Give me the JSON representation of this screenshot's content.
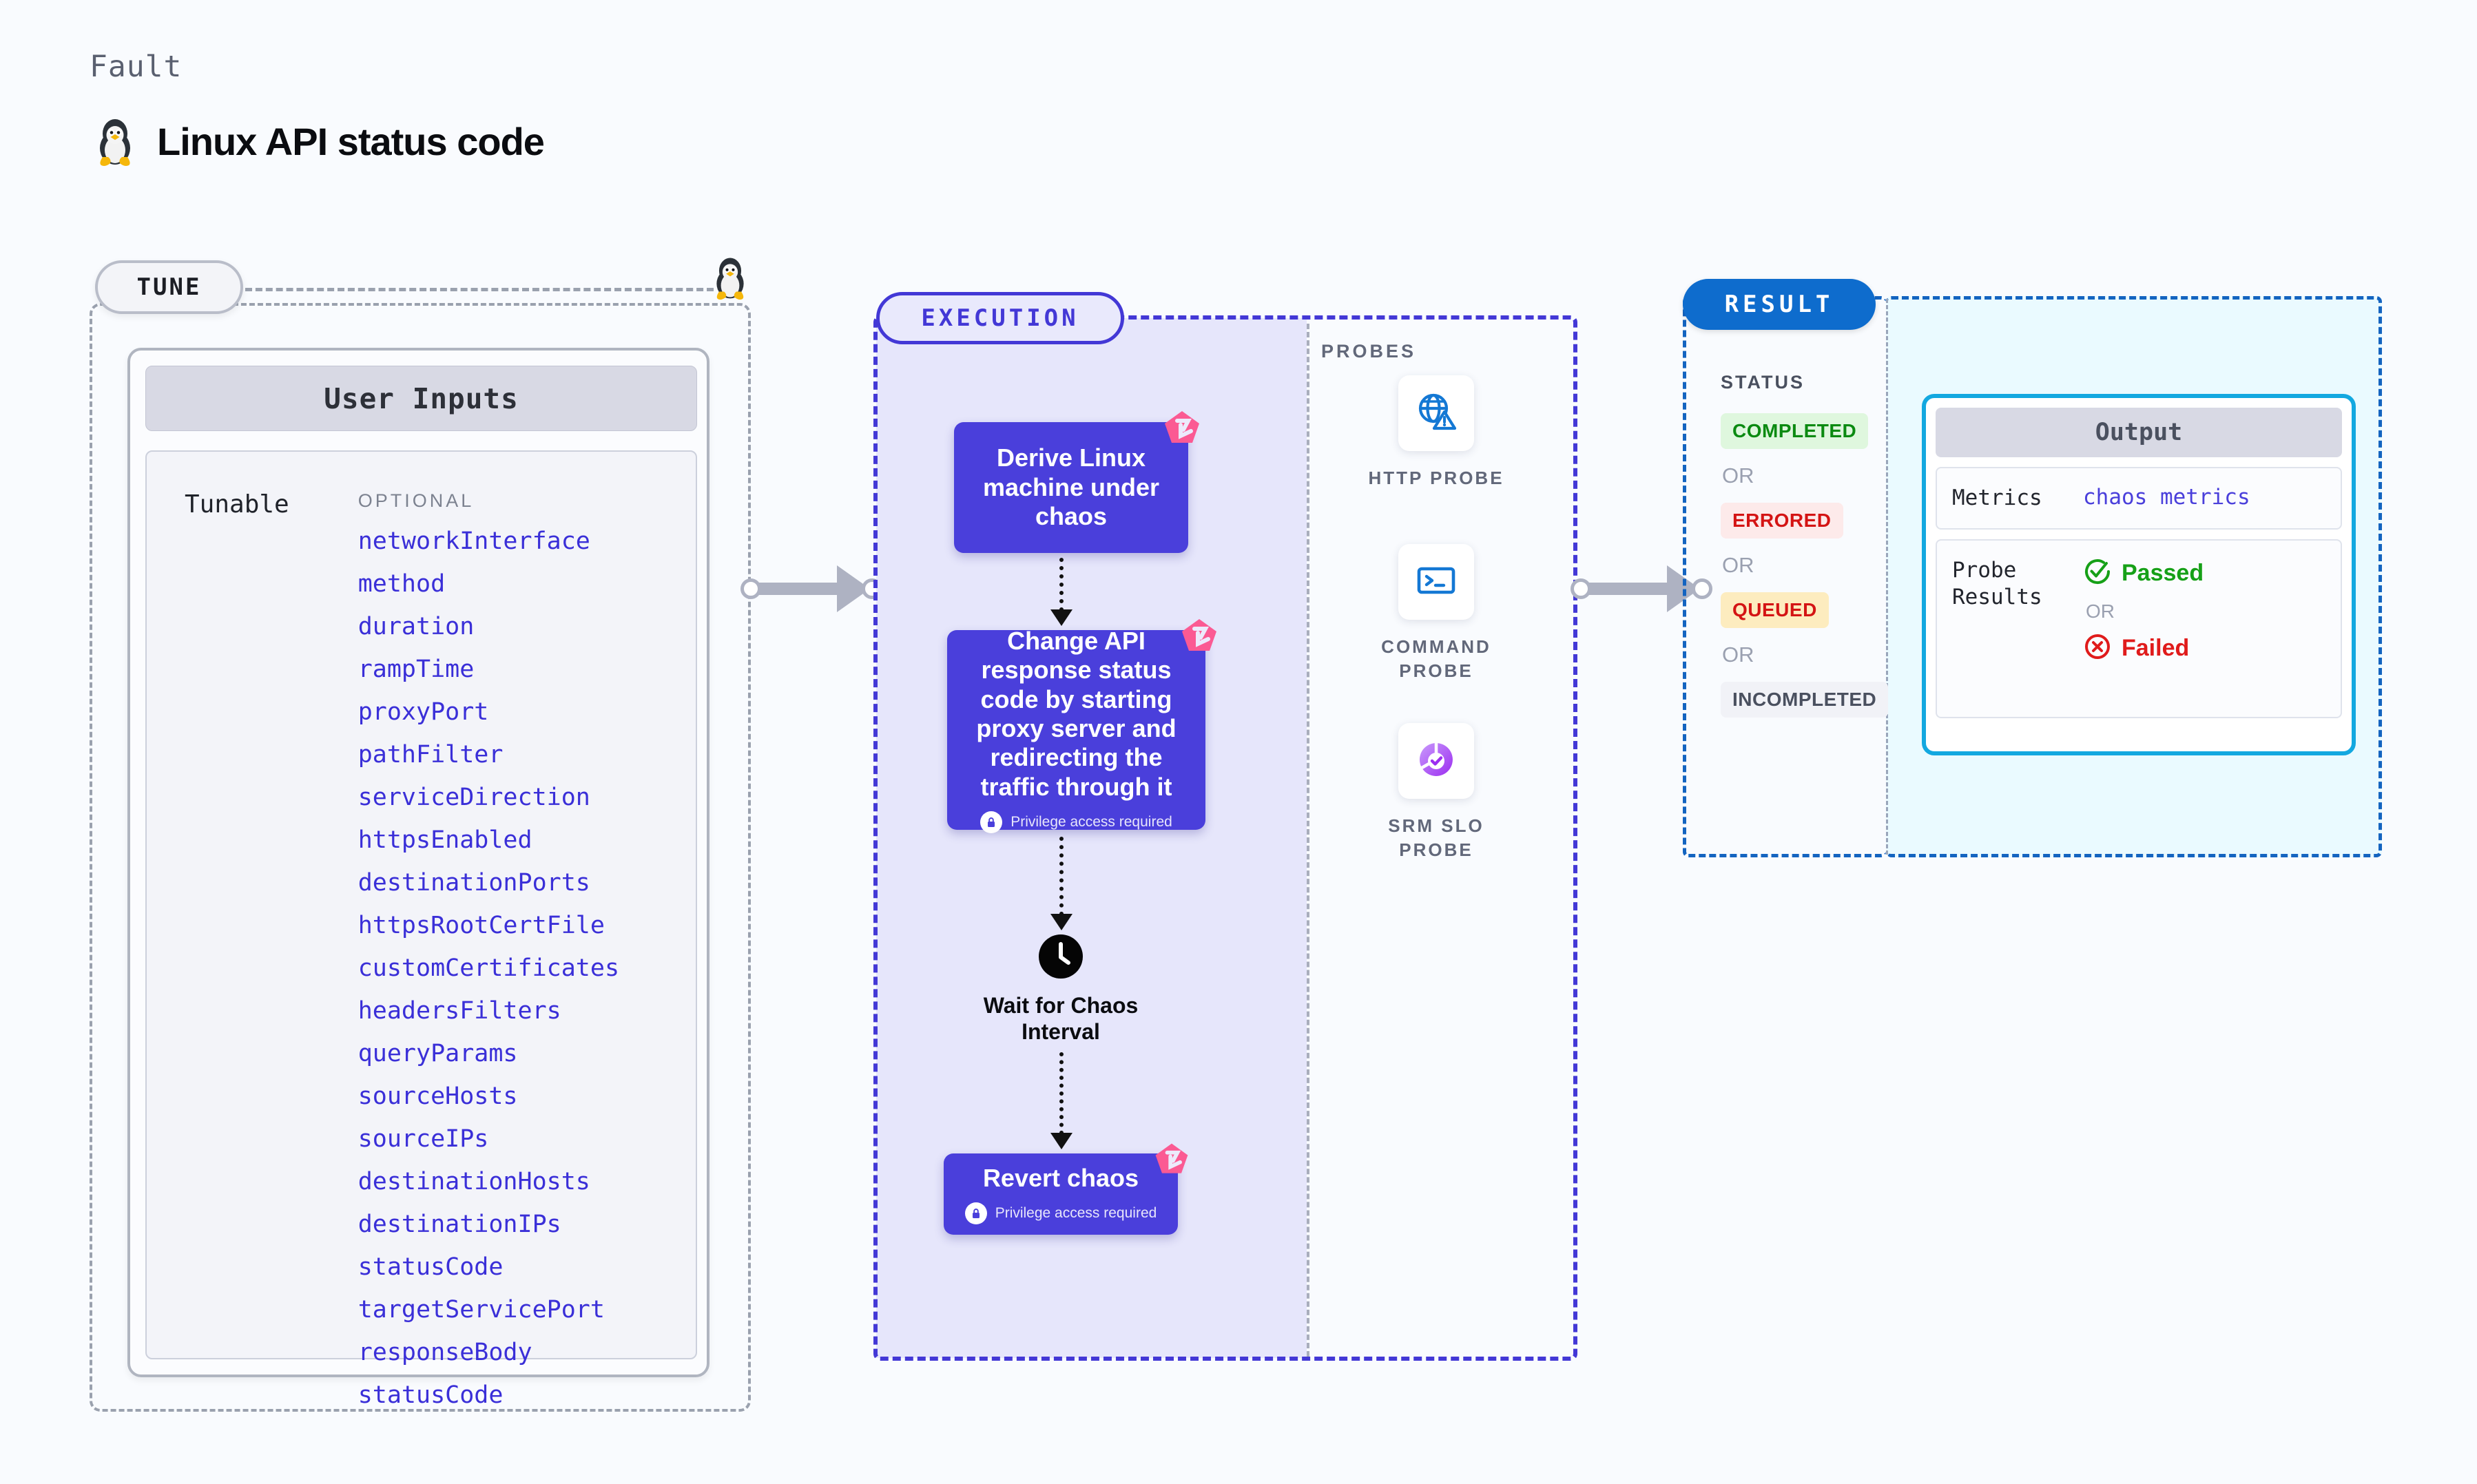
{
  "header": {
    "fault_label": "Fault",
    "title": "Linux API status code",
    "icon": "linux-penguin-icon"
  },
  "tune": {
    "badge": "TUNE",
    "icon": "linux-penguin-icon",
    "card": {
      "header": "User Inputs",
      "group_label": "Tunable",
      "section_label": "OPTIONAL",
      "items": [
        "networkInterface",
        "method",
        "duration",
        "rampTime",
        "proxyPort",
        "pathFilter",
        "serviceDirection",
        "httpsEnabled",
        "destinationPorts",
        "httpsRootCertFile",
        "customCertificates",
        "headersFilters",
        "queryParams",
        "sourceHosts",
        "sourceIPs",
        "destinationHosts",
        "destinationIPs",
        "statusCode",
        "targetServicePort",
        "responseBody",
        "statusCode"
      ]
    }
  },
  "execution": {
    "badge": "EXECUTION",
    "steps": [
      {
        "title": "Derive Linux machine under chaos",
        "privilege": null,
        "badge_icon": "litmus-chaos-icon"
      },
      {
        "title": "Change API response status code by starting proxy server and redirecting the traffic through it",
        "privilege": "Privilege access required",
        "badge_icon": "litmus-chaos-icon"
      }
    ],
    "wait": {
      "icon": "clock-icon",
      "label": "Wait for Chaos Interval"
    },
    "revert": {
      "title": "Revert chaos",
      "privilege": "Privilege access required",
      "badge_icon": "litmus-chaos-icon"
    }
  },
  "probes": {
    "label": "PROBES",
    "items": [
      {
        "name": "HTTP PROBE",
        "icon": "globe-warning-icon"
      },
      {
        "name": "COMMAND PROBE",
        "icon": "terminal-icon"
      },
      {
        "name": "SRM SLO PROBE",
        "icon": "srm-slo-icon"
      }
    ]
  },
  "result": {
    "badge": "RESULT",
    "status_label": "STATUS",
    "or_label": "OR",
    "statuses": [
      {
        "label": "COMPLETED",
        "color": "#0b8a11",
        "bg": "#dff7de"
      },
      {
        "label": "ERRORED",
        "color": "#d41414",
        "bg": "#fdeaea"
      },
      {
        "label": "QUEUED",
        "color": "#d41414",
        "bg": "#fdecbf"
      },
      {
        "label": "INCOMPLETED",
        "color": "#4a505f",
        "bg": "#f1f2f7"
      }
    ],
    "output": {
      "header": "Output",
      "metrics_key": "Metrics",
      "metrics_value": "chaos metrics",
      "probe_results_key": "Probe Results",
      "passed_label": "Passed",
      "failed_label": "Failed",
      "or_label": "OR"
    }
  },
  "colors": {
    "primary_purple": "#4a3fdb",
    "result_blue": "#0e6ccd",
    "output_border": "#13a8e0",
    "litmus_pink": "#fb5a93",
    "probe_blue": "#1478d4",
    "probe_purple": "#a44bf3"
  }
}
